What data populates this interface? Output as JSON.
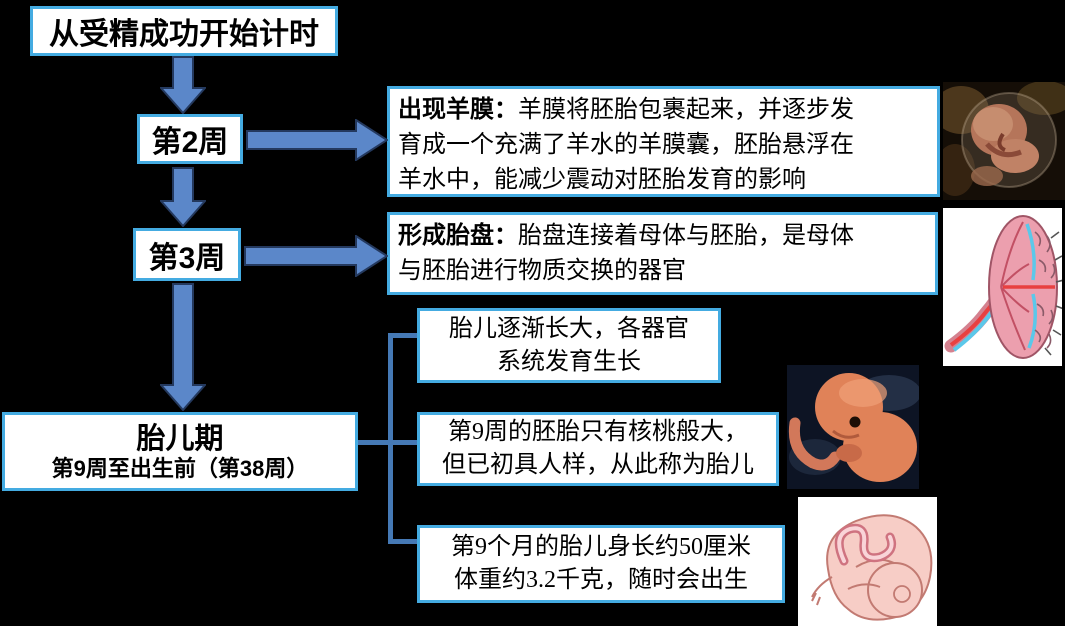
{
  "diagram": {
    "title_note": "human embryonic development flowchart (Chinese biology slide)",
    "colors": {
      "background": "#000000",
      "box_border": "#44abe1",
      "arrow_fill": "#5b87c9",
      "arrow_outline": "#24395e",
      "connector_line": "#4579b5",
      "text": "#000000"
    }
  },
  "nodes": {
    "start": {
      "label": "从受精成功开始计时"
    },
    "week2": {
      "label": "第2周"
    },
    "week3": {
      "label": "第3周"
    },
    "amnion": {
      "title": "出现羊膜：",
      "body1": "羊膜将胚胎包裹起来，并逐步发",
      "body2": "育成一个充满了羊水的羊膜囊，胚胎悬浮在",
      "body3": "羊水中，能减少震动对胚胎发育的影响"
    },
    "placenta": {
      "title": "形成胎盘：",
      "body1": "胎盘连接着母体与胚胎，是母体",
      "body2": "与胚胎进行物质交换的器官"
    },
    "fetal": {
      "title": "胎儿期",
      "subtitle": "第9周至出生前（第38周）"
    },
    "f1": {
      "line1": "胎儿逐渐长大，各器官",
      "line2": "系统发育生长"
    },
    "f2": {
      "line1": "第9周的胚胎只有核桃般大，",
      "line2": "但已初具人样，从此称为胎儿"
    },
    "f3": {
      "line1": "第9个月的胎儿身长约50厘米",
      "line2": "体重约3.2千克，随时会出生"
    }
  },
  "images": {
    "embryo": "embryo-in-amniotic-sac-photo",
    "placenta": "placenta-cross-section-illustration",
    "fetus": "nine-week-fetus-photo",
    "newborn": "full-term-fetus-in-womb-illustration"
  }
}
